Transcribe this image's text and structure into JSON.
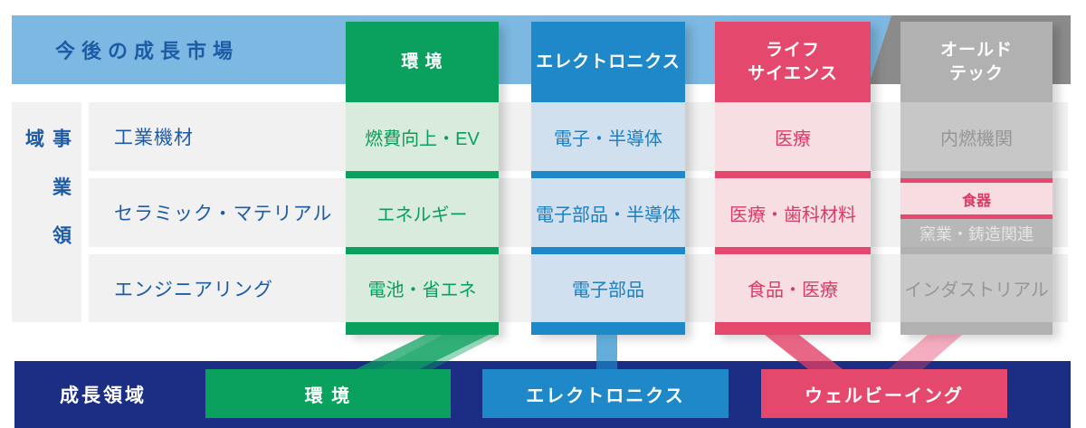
{
  "header": {
    "growth_market_label": "今後の成長市場",
    "columns": [
      {
        "id": "environment",
        "label": "環 境"
      },
      {
        "id": "electronics",
        "label": "エレクトロニクス"
      },
      {
        "id": "life_science",
        "label_line1": "ライフ",
        "label_line2": "サイエンス"
      },
      {
        "id": "old_tech",
        "label_line1": "オールド",
        "label_line2": "テック"
      }
    ]
  },
  "left": {
    "business_domain_label": "事業領域"
  },
  "rows": [
    {
      "label": "工業機材",
      "cells": {
        "environment": "燃費向上・EV",
        "electronics": "電子・半導体",
        "life_science": "医療",
        "old_tech": "内燃機関"
      }
    },
    {
      "label": "セラミック・マテリアル",
      "cells": {
        "environment": "エネルギー",
        "electronics": "電子部品・半導体",
        "life_science": "医療・歯科材料",
        "old_tech_tableware": "食器",
        "old_tech_ceramics": "窯業・鋳造関連"
      }
    },
    {
      "label": "エンジニアリング",
      "cells": {
        "environment": "電池・省エネ",
        "electronics": "電子部品",
        "life_science": "食品・医療",
        "old_tech": "インダストリアル"
      }
    }
  ],
  "footer": {
    "growth_domain_label": "成長領域",
    "buttons": [
      {
        "id": "environment",
        "label": "環 境"
      },
      {
        "id": "electronics",
        "label": "エレクトロニクス"
      },
      {
        "id": "wellbeing",
        "label": "ウェルビーイング"
      }
    ]
  },
  "colors": {
    "banner_blue": "#7cb8e2",
    "banner_gray": "#8b8b8b",
    "navy": "#1b2e83",
    "heading_blue": "#1d5ba5",
    "row_bg": "#f1f1f1",
    "green": "#0aa05e",
    "green_cell": "#d8ebdc",
    "green_text": "#0a9e5c",
    "blue": "#1e88c9",
    "blue_cell": "#d0e0ef",
    "blue_text": "#1b7fc0",
    "pink": "#e4496d",
    "pink_cell": "#f7dee3",
    "pink_text": "#d63c64",
    "gray_header": "#b1b1b1",
    "gray_cell": "#c7c7c7",
    "gray_text": "#969696"
  }
}
